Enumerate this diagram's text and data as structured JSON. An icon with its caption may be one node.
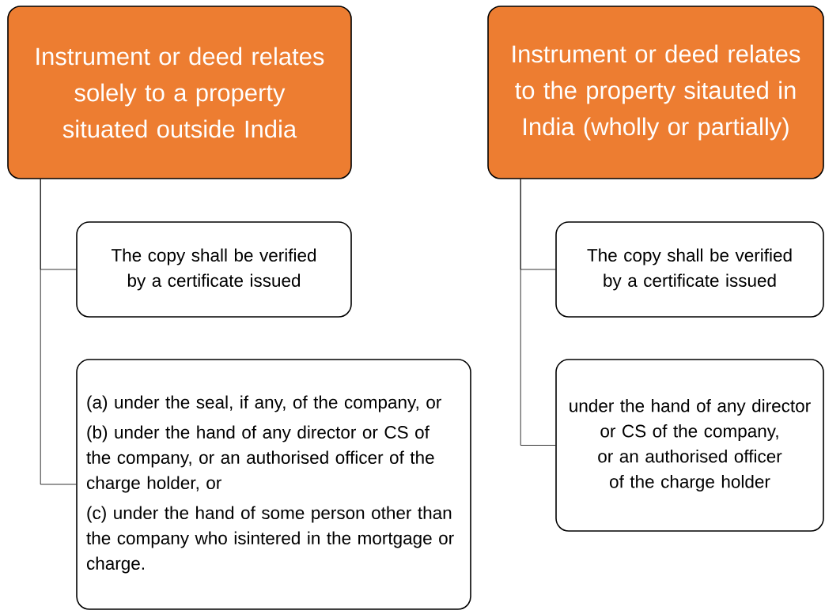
{
  "diagram": {
    "nodes": [
      {
        "text": [
          "Instrument or deed relates solely to a property situated outside India"
        ]
      },
      {
        "text": [
          "The copy shall be verified by a certificate issued"
        ]
      },
      {
        "text": [
          "(a) under the seal, if any, of the company, or",
          "(b) under the hand of any director or CS of the company, or an authorised officer of the charge holder, or",
          "(c) under the hand of some person other than the company who isintered in the mortgage or charge."
        ]
      },
      {
        "text": [
          "Instrument or deed relates to the property sitauted in India (wholly or partially)"
        ]
      },
      {
        "text": [
          "The copy shall be verified by a certificate issued"
        ]
      },
      {
        "text": [
          "under the hand of any director or CS of the company, or an authorised officer of the charge holder"
        ]
      }
    ],
    "edges": [
      {
        "from": 0,
        "to": 1,
        "arrow": "none"
      },
      {
        "from": 0,
        "to": 2,
        "arrow": "none"
      },
      {
        "from": 3,
        "to": 4,
        "arrow": "none"
      },
      {
        "from": 3,
        "to": 5,
        "arrow": "none"
      }
    ]
  }
}
